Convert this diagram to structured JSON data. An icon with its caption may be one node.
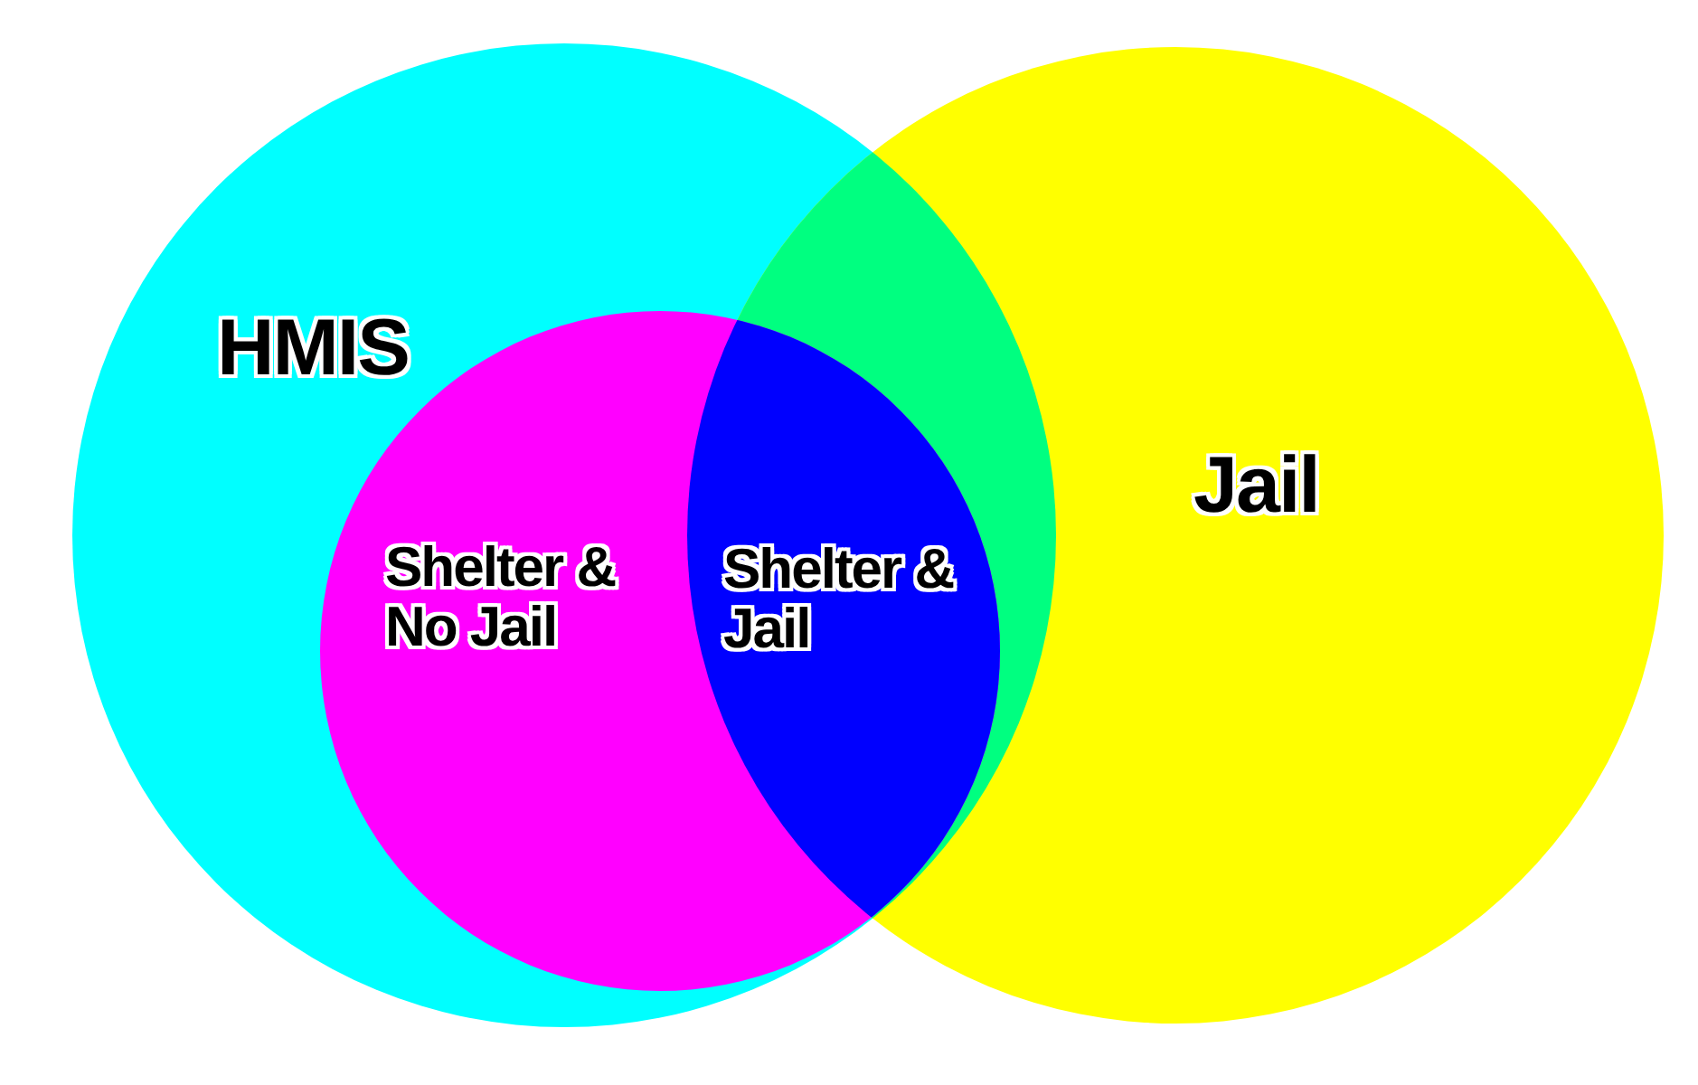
{
  "diagram": {
    "nodes": [
      {
        "text": [
          "HMIS"
        ]
      },
      {
        "text": [
          "Jail"
        ]
      },
      {
        "text": [
          "Shelter & No Jail"
        ],
        "in": 0
      },
      {
        "text": [
          "Shelter & Jail"
        ],
        "in": 2
      }
    ]
  }
}
